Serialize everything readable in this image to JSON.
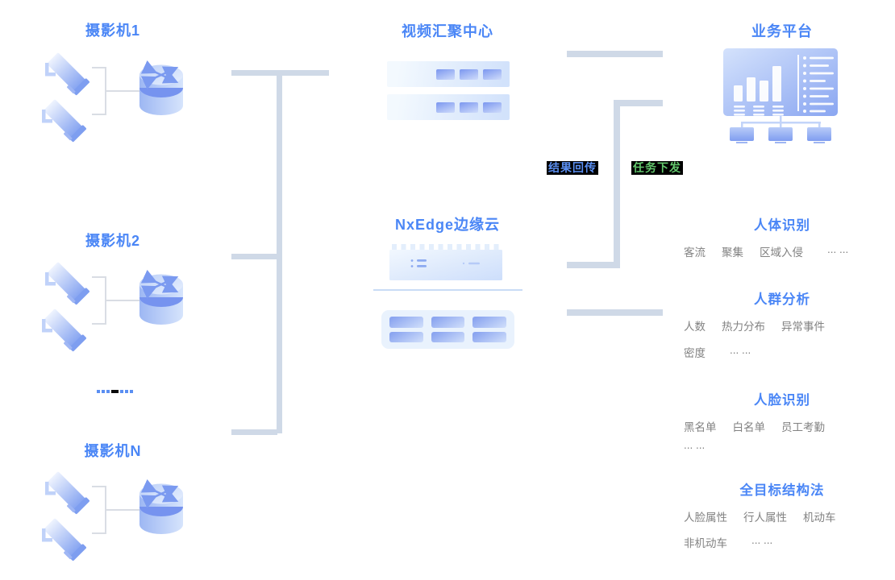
{
  "palette": {
    "heading_blue": "#4a86f6",
    "item_gray": "#828282",
    "result_blue": "#5b8ff2",
    "task_green": "#63c76d",
    "label_bg": "#000000",
    "connector": "#cfd9e7",
    "icon_blue_dark": "#7e9ef0",
    "icon_blue_light": "#e9f1fe"
  },
  "camera_groups": [
    {
      "title": "摄影机1"
    },
    {
      "title": "摄影机2"
    },
    {
      "title": "摄影机N"
    }
  ],
  "more_cameras_indicator": "… …",
  "video_center": {
    "title": "视频汇聚中心"
  },
  "edge_cloud": {
    "title": "NxEdge边缘云"
  },
  "platform": {
    "title": "业务平台"
  },
  "flow_labels": {
    "result_return": "结果回传",
    "task_dispatch": "任务下发"
  },
  "capabilities": [
    {
      "heading": "人体识别",
      "rows": [
        [
          "客流",
          "聚集",
          "区域入侵",
          "... ..."
        ]
      ]
    },
    {
      "heading": "人群分析",
      "rows": [
        [
          "人数",
          "热力分布",
          "异常事件"
        ],
        [
          "密度",
          "... ..."
        ]
      ]
    },
    {
      "heading": "人脸识别",
      "rows": [
        [
          "黑名单",
          "白名单",
          "员工考勤"
        ],
        [
          "... ..."
        ]
      ]
    },
    {
      "heading": "全目标结构法",
      "rows": [
        [
          "人脸属性",
          "行人属性",
          "机动车"
        ],
        [
          "非机动车",
          "... ..."
        ]
      ]
    }
  ]
}
